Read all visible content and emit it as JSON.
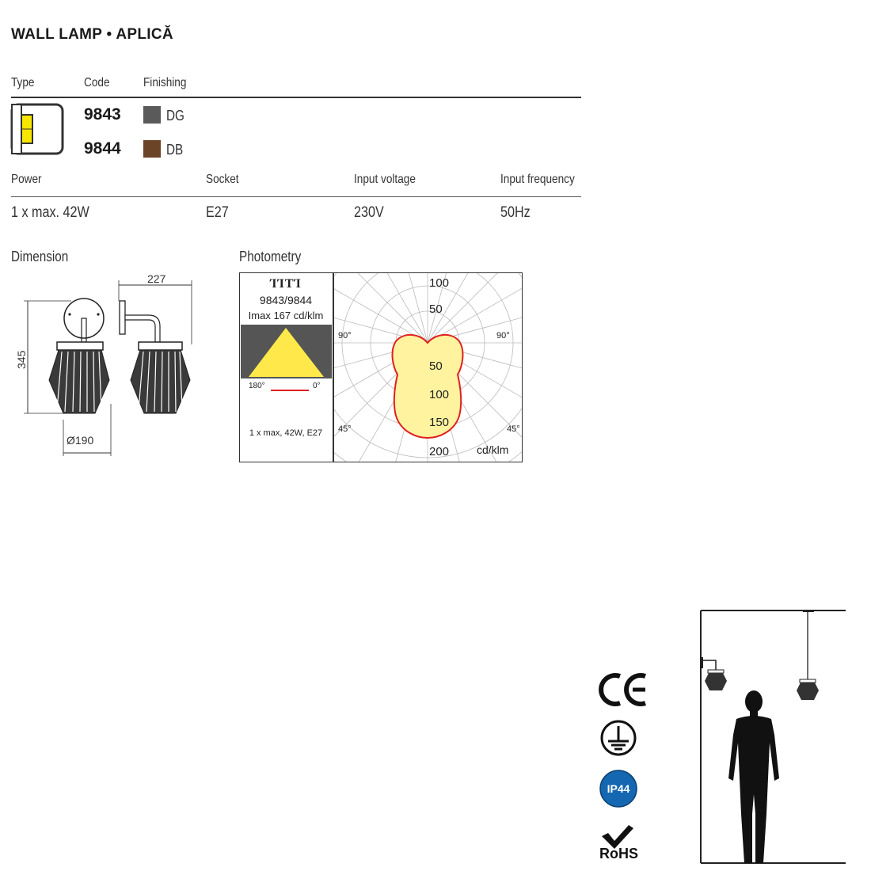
{
  "title": "WALL LAMP • APLICĂ",
  "header": {
    "type": "Type",
    "code": "Code",
    "finishing": "Finishing"
  },
  "variants": [
    {
      "code": "9843",
      "finish": "DG",
      "color": "#5a5a5a"
    },
    {
      "code": "9844",
      "finish": "DB",
      "color": "#6b4427"
    }
  ],
  "specs": {
    "labels": {
      "power": "Power",
      "socket": "Socket",
      "voltage": "Input voltage",
      "frequency": "Input frequency"
    },
    "values": {
      "power": "1 x max. 42W",
      "socket": "E27",
      "voltage": "230V",
      "frequency": "50Hz"
    }
  },
  "dimension": {
    "label": "Dimension",
    "width": "227",
    "height": "345",
    "diameter": "Ø190"
  },
  "photometry": {
    "label": "Photometry",
    "logo": "ΊΊΤΊ",
    "codes": "9843/9844",
    "imax": "Imax 167 cd/klm",
    "angle_left": "180°",
    "angle_right": "0°",
    "lamp": "1 x max, 42W, E27",
    "polar": {
      "ticks_top": [
        "100",
        "50"
      ],
      "ticks_bottom": [
        "50",
        "100",
        "150",
        "200"
      ],
      "angle_90_left": "90°",
      "angle_90_right": "90°",
      "angle_45_left": "45°",
      "angle_45_right": "45°",
      "unit": "cd/klm"
    },
    "curve_color": "#e02020",
    "fill_color": "#fff3a0"
  },
  "certifications": {
    "ce": "CE",
    "ip": "IP44",
    "rohs": "RoHS"
  },
  "colors": {
    "triangle": "#ffe94a",
    "panel": "#555555",
    "ip_badge": "#1467b0"
  }
}
